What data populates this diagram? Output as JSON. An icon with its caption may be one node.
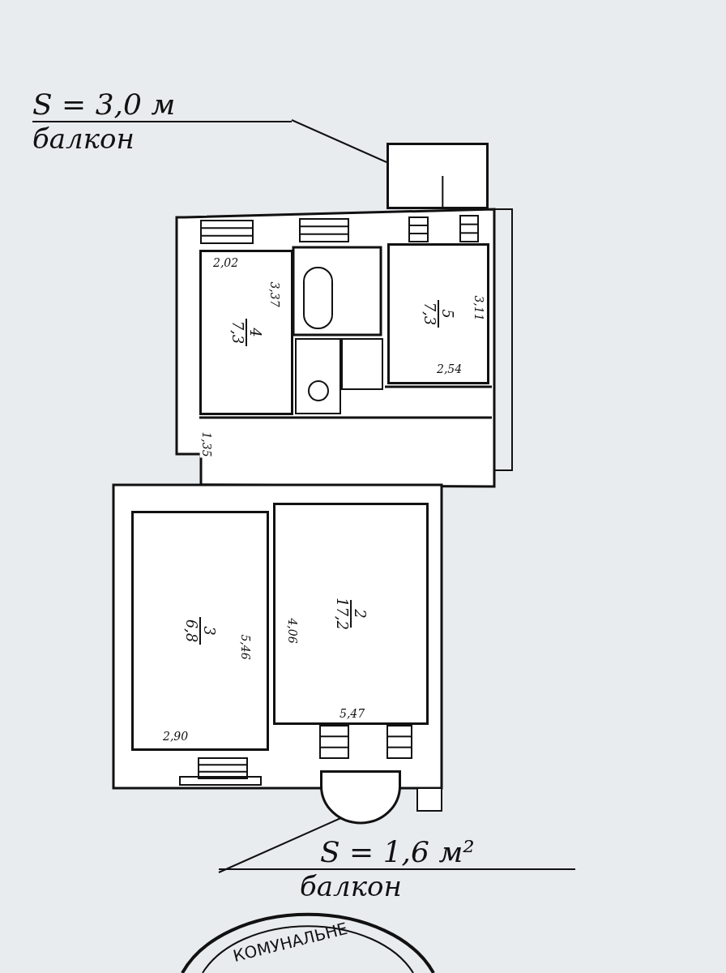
{
  "diagram": {
    "nodes": [
      {
        "text": [
          "S = 3,0 м",
          "балкон"
        ]
      },
      {
        "text": [],
        "shape": "box"
      },
      {
        "text": [
          "4",
          "7,3"
        ]
      },
      {
        "text": [
          "5",
          "7,3"
        ]
      },
      {
        "text": [
          "3",
          "6,8"
        ]
      },
      {
        "text": [
          "2",
          "17,2"
        ]
      },
      {
        "text": [
          "S = 1,6 м²",
          "балкон"
        ]
      },
      {
        "text": [],
        "shape": "circle"
      }
    ],
    "edges": [
      {
        "from": 0,
        "to": 1,
        "arrow": "none"
      },
      {
        "from": 6,
        "to": 7,
        "arrow": "none"
      }
    ],
    "labels": [
      "2,02",
      "3,37",
      "3,11",
      "2,54",
      "1,35",
      "5,46",
      "4,06",
      "2,90",
      "5,47",
      "КОМУНАЛЬНЕ"
    ]
  }
}
